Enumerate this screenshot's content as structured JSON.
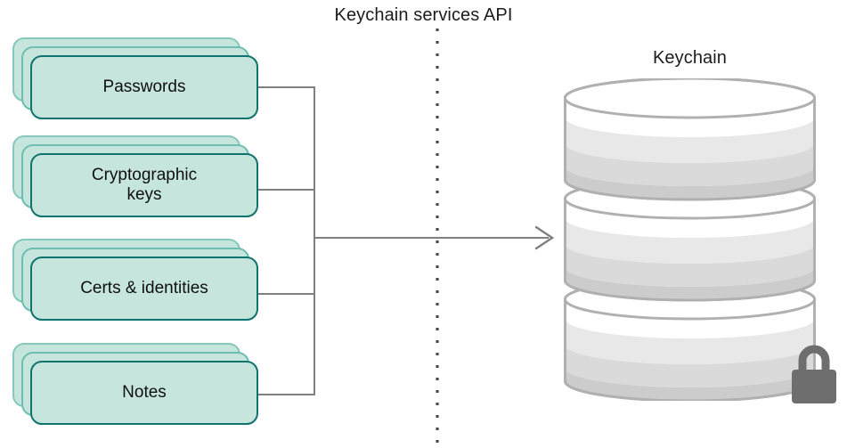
{
  "diagram": {
    "title": "Keychain services API",
    "destination_label": "Keychain",
    "items": [
      {
        "label": "Passwords",
        "name": "passwords"
      },
      {
        "label": "Cryptographic\nkeys",
        "name": "cryptographic-keys"
      },
      {
        "label": "Certs & identities",
        "name": "certs-and-identities"
      },
      {
        "label": "Notes",
        "name": "notes"
      }
    ],
    "icons": {
      "lock": "lock-icon",
      "database": "database-cylinder-icon",
      "arrow": "arrow-right-icon",
      "divider": "dotted-divider-icon"
    },
    "colors": {
      "card_fill": "#c5e5dd",
      "card_border_front": "#10736d",
      "card_border_mid": "#6dbdb1",
      "card_border_back": "#86c8bd",
      "connector": "#808080",
      "cylinder_outline": "#b0b0b0",
      "cylinder_band_1": "#ffffff",
      "cylinder_band_2": "#e8e8e8",
      "cylinder_band_3": "#dadada",
      "cylinder_band_4": "#cccccc",
      "lock": "#6e6e6e",
      "text": "#1c1c1c",
      "background": "#ffffff"
    }
  }
}
